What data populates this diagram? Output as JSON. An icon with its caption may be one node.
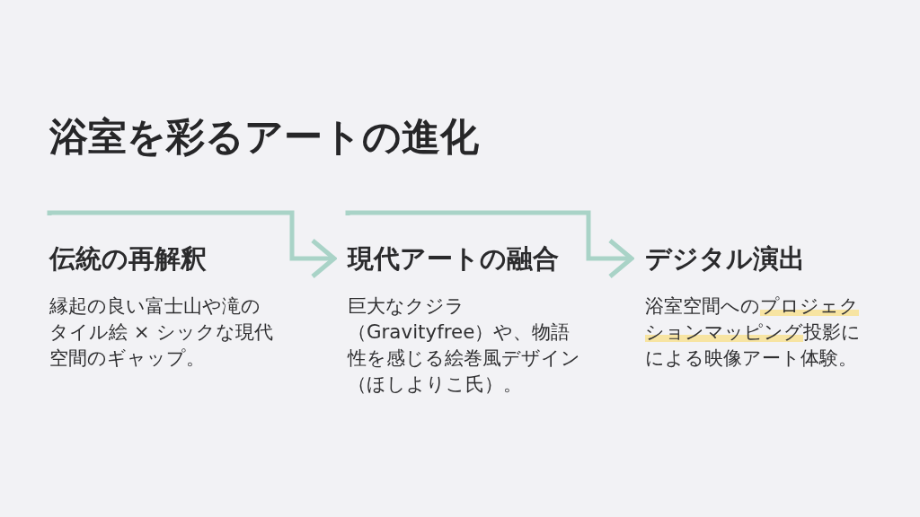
{
  "diagram": {
    "title": "浴室を彩るアートの進化",
    "nodes": [
      {
        "text": [
          "伝統の再解釈",
          "縁起の良い富士山や滝のタイル絵 × シックな現代空間のギャップ。"
        ]
      },
      {
        "text": [
          "現代アートの融合",
          "巨大なクジラ（Gravityfree）や、物語性を感じる絵巻風デザイン（ほしよりこ氏）。"
        ]
      },
      {
        "text": [
          "デジタル演出",
          "浴室空間への**プロジェクションマッピング**投影にによる映像アート体験。"
        ]
      }
    ],
    "edges": [
      {
        "from": 0,
        "to": 1,
        "arrow": "to"
      },
      {
        "from": 1,
        "to": 2,
        "arrow": "to"
      }
    ]
  }
}
